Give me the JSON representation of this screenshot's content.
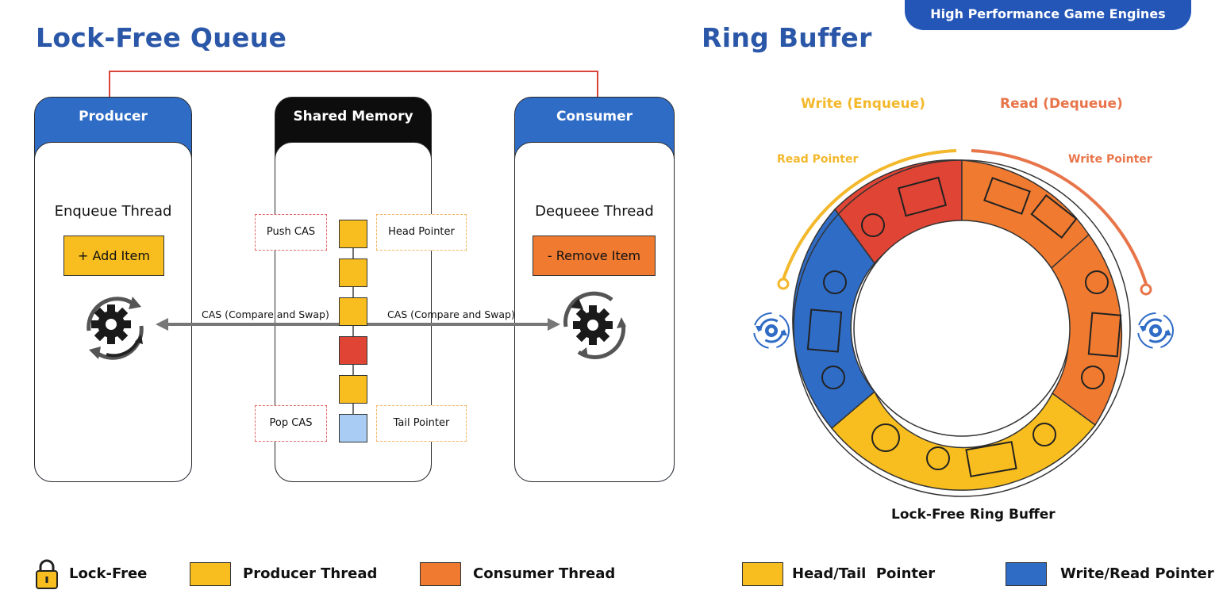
{
  "badge": "High Performance Game Engines",
  "left_title": "Lock-Free Queue",
  "right_title": "Ring Buffer",
  "producer": {
    "header": "Producer",
    "thread": "Enqueue Thread",
    "button": "+ Add Item"
  },
  "shared": {
    "header": "Shared Memory",
    "push": "Push CAS",
    "head": "Head Pointer",
    "pop": "Pop CAS",
    "tail": "Tail Pointer"
  },
  "consumer": {
    "header": "Consumer",
    "thread": "Dequeee Thread",
    "button": "- Remove Item"
  },
  "cas_left": "CAS (Compare and Swap)",
  "cas_right": "CAS (Compare and Swap)",
  "ring": {
    "write_enqueue": "Write (Enqueue)",
    "read_dequeue": "Read (Dequeue)",
    "read_pointer": "Read Pointer",
    "write_pointer": "Write Pointer",
    "caption": "Lock-Free Ring Buffer"
  },
  "legend": {
    "lock_free": "Lock-Free",
    "producer": "Producer Thread",
    "consumer": "Consumer Thread",
    "head_tail": "Head/Tail  Pointer",
    "write_read": "Write/Read Pointer"
  },
  "colors": {
    "blue": "#2f6cc6",
    "dark_blue": "#2456b8",
    "black": "#111111",
    "yellow": "#f8bd1e",
    "orange": "#ef7a30",
    "red": "#e04434",
    "light_blue": "#a9ccf4",
    "title": "#2b57a8",
    "arc_yellow": "#f3b82c",
    "arc_orange": "#e8754a"
  },
  "icons": [
    "gear-icon",
    "lock-icon",
    "sync-icon",
    "arrow-icon"
  ]
}
